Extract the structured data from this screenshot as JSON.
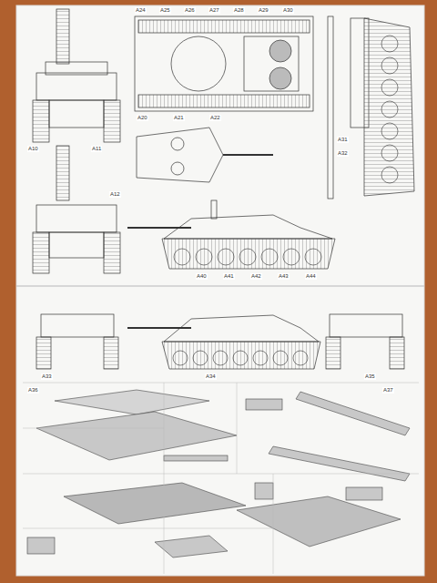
{
  "diagram": {
    "labels": [
      "A24",
      "A25",
      "A26",
      "A27",
      "A28",
      "A29",
      "A30",
      "A31",
      "A32",
      "A10",
      "A11",
      "A12",
      "A40",
      "A41",
      "A42",
      "A43",
      "A44",
      "A20",
      "A21",
      "A22",
      "A33",
      "A34",
      "A35",
      "A36",
      "A37"
    ]
  }
}
